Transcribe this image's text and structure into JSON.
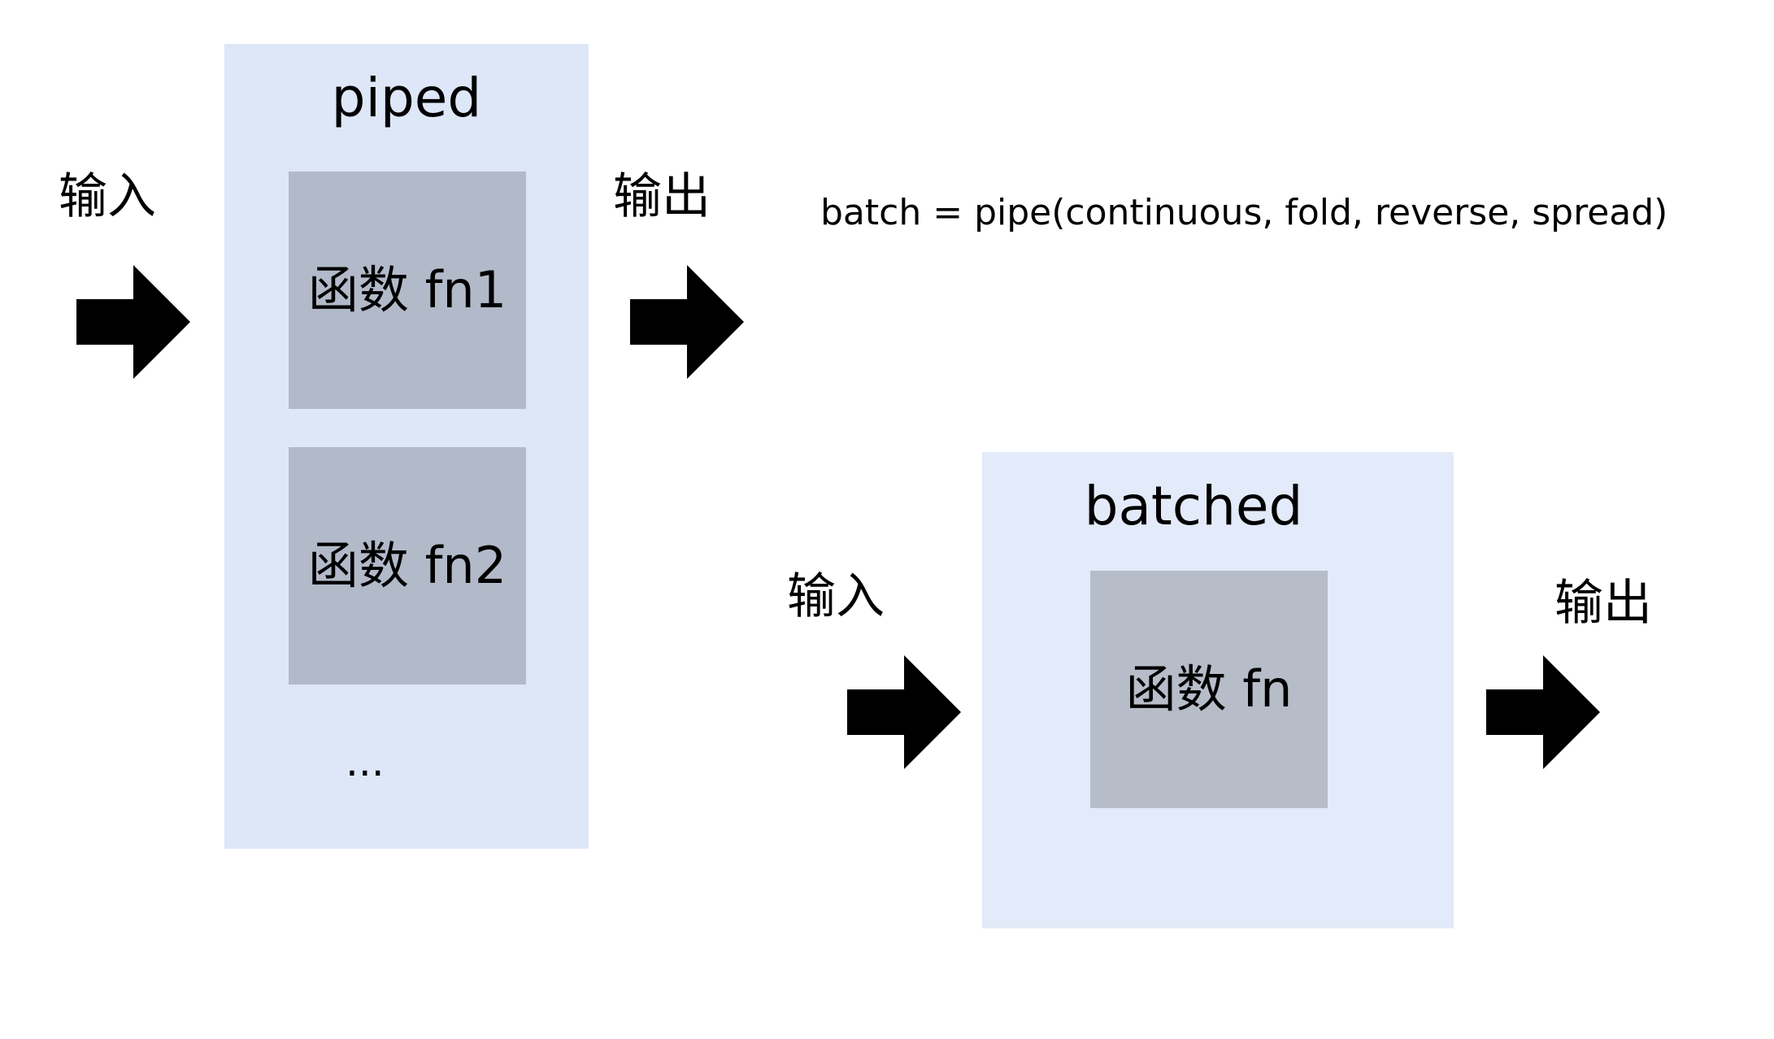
{
  "left_diagram": {
    "input_label": "输入",
    "output_label": "输出",
    "panel_title": "piped",
    "functions": [
      "函数 fn1",
      "函数 fn2"
    ],
    "ellipsis": "..."
  },
  "code_line": "batch = pipe(continuous, fold, reverse, spread)",
  "right_diagram": {
    "input_label": "输入",
    "output_label": "输出",
    "panel_title": "batched",
    "function": "函数 fn"
  },
  "colors": {
    "panel_piped": "#dde7f8",
    "panel_batched": "#e3eaf9",
    "function_box": "#b2bac9",
    "arrow": "#000000"
  },
  "icons": {
    "arrow": "right-arrow-icon"
  }
}
